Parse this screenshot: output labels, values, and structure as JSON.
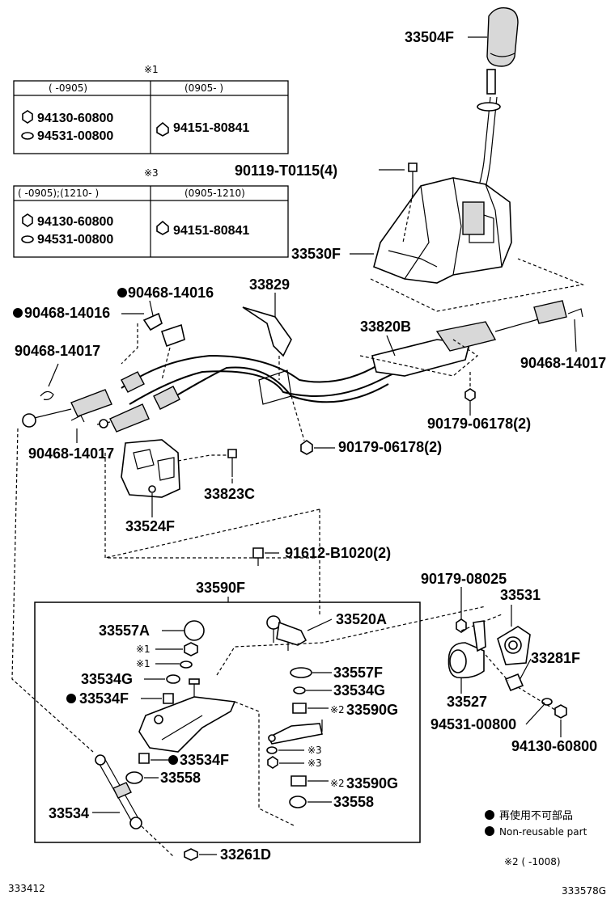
{
  "parts": {
    "p33504F": "33504F",
    "p90119": "90119-T0115(4)",
    "p33530F": "33530F",
    "p33829": "33829",
    "p90468a": "90468-14016",
    "p90468b": "90468-14016",
    "p90468c": "90468-14017",
    "p90468d": "90468-14017",
    "p90468e": "90468-14017",
    "p33820B": "33820B",
    "p90179a": "90179-06178(2)",
    "p90179b": "90179-06178(2)",
    "p33823C": "33823C",
    "p33524F": "33524F",
    "p91612": "91612-B1020(2)",
    "p33590F": "33590F",
    "p33557A": "33557A",
    "p33520A": "33520A",
    "p33534G_a": "33534G",
    "p33534F_a": "33534F",
    "p33534F_b": "33534F",
    "p33558_a": "33558",
    "p33534": "33534",
    "p33557F": "33557F",
    "p33534G_b": "33534G",
    "p33590G_a": "33590G",
    "p33590G_b": "33590G",
    "p33558_b": "33558",
    "p33261D": "33261D",
    "p90179_08025": "90179-08025",
    "p33531": "33531",
    "p33281F": "33281F",
    "p33527": "33527",
    "p94531": "94531-00800",
    "p94130": "94130-60800"
  },
  "marks": {
    "note1": "※1",
    "note3": "※3",
    "note2": "※2",
    "m1a": "※1",
    "m1b": "※1",
    "m3a": "※3",
    "m3b": "※3"
  },
  "table1": {
    "col1_header": "(      -0905)",
    "col2_header": "(0905-       )",
    "left_parts": [
      "94130-60800",
      "94531-00800"
    ],
    "right_part": "94151-80841"
  },
  "table3": {
    "col1_header": "(      -0905);(1210-      )",
    "col2_header": "(0905-1210)",
    "left_parts": [
      "94130-60800",
      "94531-00800"
    ],
    "right_part": "94151-80841"
  },
  "legend": {
    "jp": "再使用不可部品",
    "en": "Non-reusable part"
  },
  "footnote": "※2 (      -1008)",
  "codes": {
    "left": "333412",
    "right": "333578G"
  }
}
